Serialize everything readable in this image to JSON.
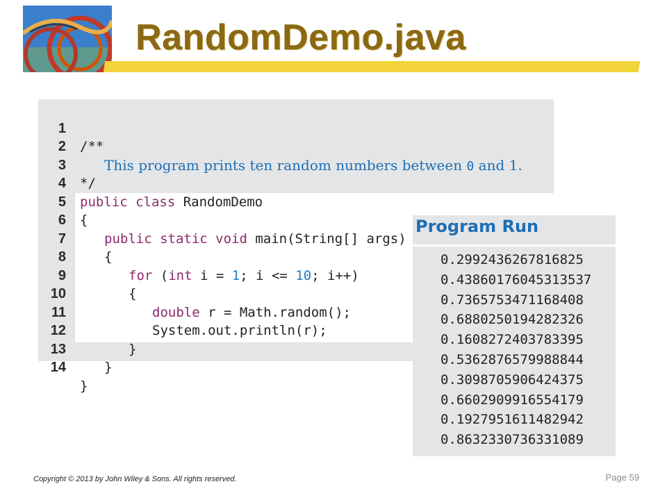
{
  "title": "RandomDemo.java",
  "code": {
    "lines": [
      {
        "num": "1"
      },
      {
        "num": "2",
        "text": "This program prints ten random numbers between ",
        "mono": "0",
        "text_end": " and 1."
      },
      {
        "num": "3",
        "text": "*/"
      },
      {
        "num": "4",
        "kw": "public class",
        "text": " RandomDemo"
      },
      {
        "num": "5",
        "text": "{"
      },
      {
        "num": "6",
        "kw": "public static void",
        "text": " main(String[] args)"
      },
      {
        "num": "7",
        "text": "{"
      },
      {
        "num": "8",
        "kw": "for",
        "p1": " (",
        "kw2": "int",
        "p2": " i = ",
        "n1": "1",
        "p3": "; i <= ",
        "n2": "10",
        "p4": "; i++)"
      },
      {
        "num": "9",
        "text": "{"
      },
      {
        "num": "10",
        "kw": "double",
        "text": " r = Math.random();"
      },
      {
        "num": "11",
        "text": "System.out.println(r);"
      },
      {
        "num": "12",
        "text": "}"
      },
      {
        "num": "13",
        "text": "}"
      },
      {
        "num": "14",
        "text": "}"
      }
    ],
    "line1_text": "/**"
  },
  "run": {
    "title": "Program Run",
    "outputs": [
      "0.2992436267816825",
      "0.43860176045313537",
      "0.7365753471168408",
      "0.6880250194282326",
      "0.1608272403783395",
      "0.5362876579988844",
      "0.3098705906424375",
      "0.6602909916554179",
      "0.1927951611482942",
      "0.8632330736331089"
    ]
  },
  "footer": {
    "copyright": "Copyright © 2013 by John Wiley & Sons.  All rights reserved.",
    "page": "Page 59"
  },
  "colors": {
    "title": "#8b6914",
    "underline": "#f2d43a",
    "keyword": "#8e2a6c",
    "number": "#1f7cc4",
    "comment": "#1d6fb5",
    "panel": "#e4e5e7"
  },
  "icons": {
    "logo": "roller-coaster-logo-image"
  }
}
